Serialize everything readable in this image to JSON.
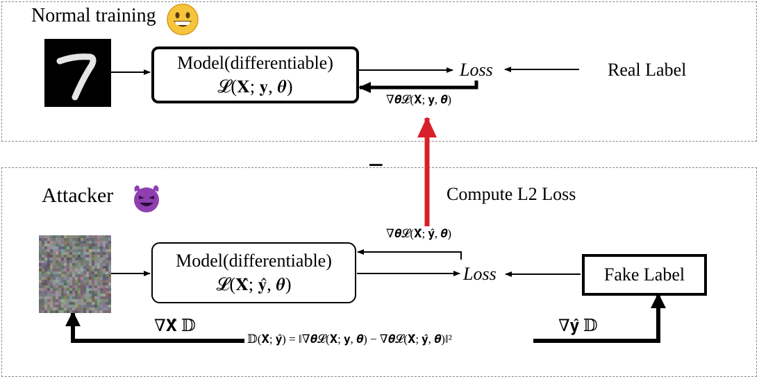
{
  "normal": {
    "title": "Normal training",
    "digit": "7",
    "model_line1": "Model(differentiable)",
    "model_line2": "𝓛(𝐗; 𝐲, 𝜽)",
    "loss": "Loss",
    "real_label": "Real Label",
    "gradient": "∇𝜽𝓛(𝐗; 𝐲, 𝜽)"
  },
  "minus_sign": "−",
  "compute_label": "Compute L2 Loss",
  "attacker": {
    "title": "Attacker",
    "model_line1": "Model(differentiable)",
    "model_line2": "𝓛(𝐗̂; 𝐲̂, 𝜽)",
    "loss": "Loss",
    "fake_label": "Fake Label",
    "gradient": "∇𝜽𝓛(𝐗̂; 𝐲̂, 𝜽)",
    "grad_x": "∇𝐗̂ 𝔻",
    "grad_y": "∇𝐲̂ 𝔻",
    "distance": "𝔻(𝐗̂; 𝐲̂) = ‖∇𝜽𝓛(𝐗; 𝐲, 𝜽) − ∇𝜽𝓛(𝐗̂; 𝐲̂, 𝜽)‖²"
  },
  "colors": {
    "red_arrow": "#d8202a",
    "smiley": "#f7c53c",
    "devil": "#8e3fb0",
    "panel_border": "#8a8a8a"
  },
  "icons": [
    "smiley-emoji-icon",
    "devil-emoji-icon"
  ]
}
